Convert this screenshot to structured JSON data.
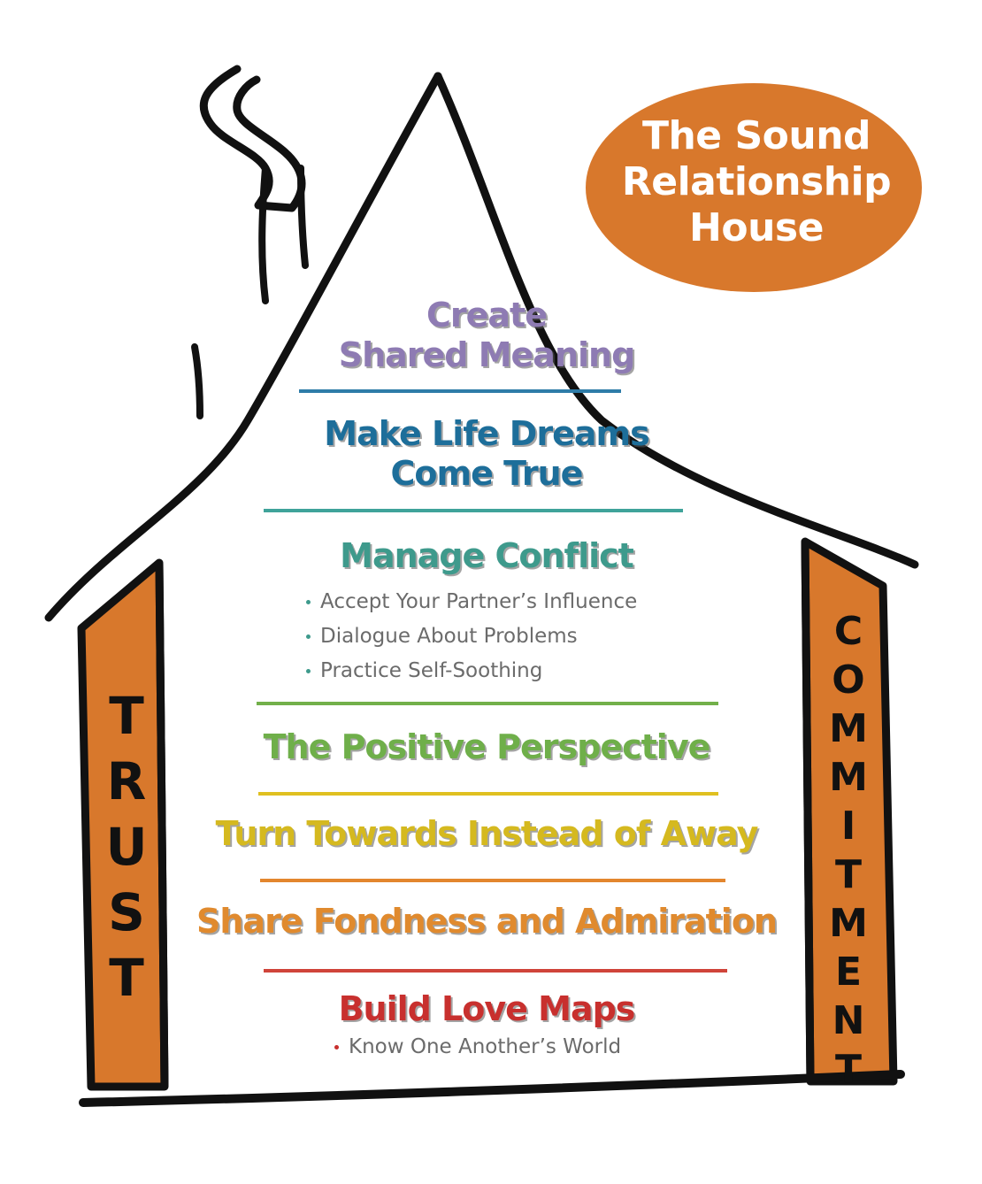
{
  "title_badge": {
    "lines": [
      "The Sound",
      "Relationship",
      "House"
    ],
    "fill_color": "#D8782C",
    "text_color": "#FFFFFF"
  },
  "pillars": {
    "left": {
      "text": "TRUST",
      "letters": [
        "T",
        "R",
        "U",
        "S",
        "T"
      ],
      "fill_color": "#D8782C"
    },
    "right": {
      "text": "COMMITMENT",
      "letters": [
        "C",
        "O",
        "M",
        "M",
        "I",
        "T",
        "M",
        "E",
        "N",
        "T"
      ],
      "fill_color": "#D8782C"
    }
  },
  "outline_color": "#111111",
  "levels": [
    {
      "title_lines": [
        "Create",
        "Shared Meaning"
      ],
      "color": "#8E7BB3",
      "subitems": []
    },
    {
      "title_lines": [
        "Make Life Dreams",
        "Come True"
      ],
      "color": "#1D6E9A",
      "subitems": []
    },
    {
      "title_lines": [
        "Manage Conflict"
      ],
      "color": "#3E9A8C",
      "subitems": [
        "Accept Your Partner’s Influence",
        "Dialogue About Problems",
        "Practice Self-Soothing"
      ]
    },
    {
      "title_lines": [
        "The Positive Perspective"
      ],
      "color": "#6FAF4A",
      "subitems": []
    },
    {
      "title_lines": [
        "Turn Towards Instead of Away"
      ],
      "color": "#D5B91F",
      "subitems": []
    },
    {
      "title_lines": [
        "Share Fondness and Admiration"
      ],
      "color": "#E08A2E",
      "subitems": []
    },
    {
      "title_lines": [
        "Build Love Maps"
      ],
      "color": "#C8302E",
      "subitems": [
        "Know One Another’s World"
      ]
    }
  ],
  "dividers": [
    {
      "color": "#2E7CA8"
    },
    {
      "color": "#3FA39A"
    },
    {
      "color": "#72B04A"
    },
    {
      "color": "#E0C020"
    },
    {
      "color": "#E3862E"
    },
    {
      "color": "#D0443A"
    }
  ]
}
